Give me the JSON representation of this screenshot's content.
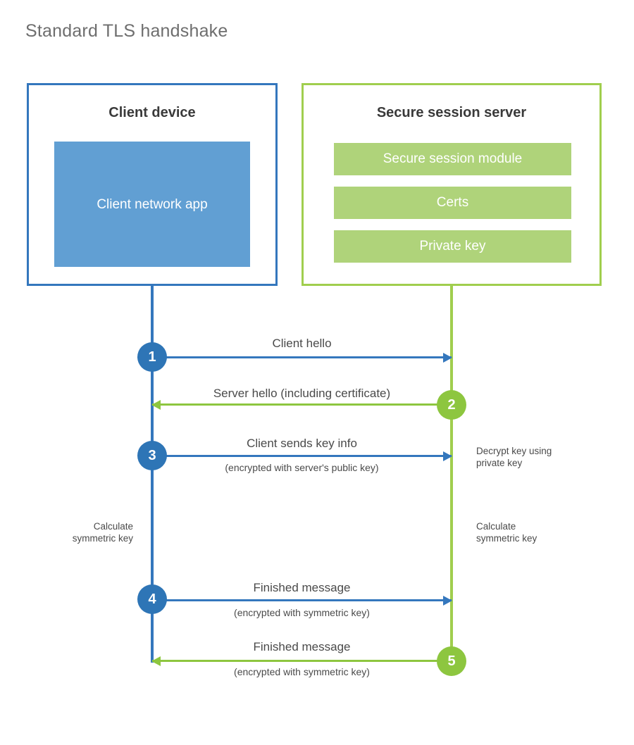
{
  "diagram": {
    "title": "Standard TLS handshake",
    "colors": {
      "client_accent": "#3477BD",
      "client_circle": "#2E75B6",
      "client_app_fill": "#619FD3",
      "server_accent": "#A0CE4E",
      "server_circle": "#8DC63F",
      "server_bar_fill": "#AFD37A",
      "title_text": "#6E6E6E",
      "body_text": "#4A4A4A",
      "background": "#FFFFFF"
    },
    "parties": [
      {
        "id": "client",
        "title": "Client device",
        "components": [
          "Client network app"
        ]
      },
      {
        "id": "server",
        "title": "Secure session server",
        "components": [
          "Secure session module",
          "Certs",
          "Private key"
        ]
      }
    ],
    "steps": [
      {
        "number": "1",
        "label": "Client hello",
        "sublabel": "",
        "direction": "client-to-server",
        "actor": "client"
      },
      {
        "number": "2",
        "label": "Server hello (including certificate)",
        "sublabel": "",
        "direction": "server-to-client",
        "actor": "server"
      },
      {
        "number": "3",
        "label": "Client sends key info",
        "sublabel": "(encrypted with server's public key)",
        "direction": "client-to-server",
        "actor": "client"
      },
      {
        "number": "4",
        "label": "Finished message",
        "sublabel": "(encrypted with symmetric key)",
        "direction": "client-to-server",
        "actor": "client"
      },
      {
        "number": "5",
        "label": "Finished message",
        "sublabel": "(encrypted with symmetric key)",
        "direction": "server-to-client",
        "actor": "server"
      }
    ],
    "notes": [
      {
        "id": "decrypt-key",
        "text": "Decrypt key using\nprivate key",
        "side": "right"
      },
      {
        "id": "client-calc-symmetric-key",
        "text": "Calculate\nsymmetric key",
        "side": "left"
      },
      {
        "id": "server-calc-symmetric-key",
        "text": "Calculate\nsymmetric key",
        "side": "right"
      }
    ]
  }
}
